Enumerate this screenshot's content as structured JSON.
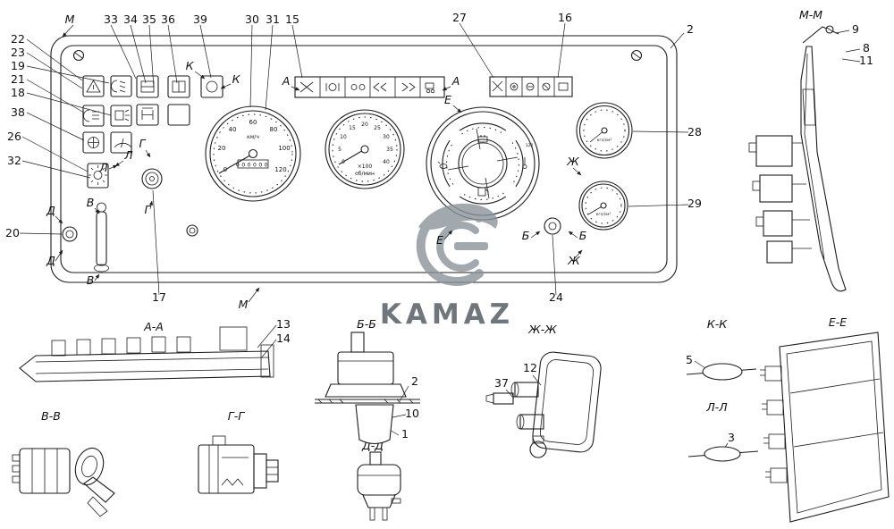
{
  "watermark": {
    "brand": "KAMAZ"
  },
  "callouts": {
    "n1": "1",
    "n2": "2",
    "n3": "3",
    "n5": "5",
    "n8": "8",
    "n9": "9",
    "n10": "10",
    "n11": "11",
    "n12": "12",
    "n13": "13",
    "n14": "14",
    "n15": "15",
    "n16": "16",
    "n17": "17",
    "n18": "18",
    "n19": "19",
    "n20": "20",
    "n21": "21",
    "n22": "22",
    "n23": "23",
    "n24": "24",
    "n26": "26",
    "n27": "27",
    "n28": "28",
    "n29": "29",
    "n30": "30",
    "n31": "31",
    "n32": "32",
    "n33": "33",
    "n34": "34",
    "n35": "35",
    "n36": "36",
    "n37": "37",
    "n38": "38",
    "n39": "39"
  },
  "sections": {
    "a": "А",
    "b": "Б",
    "v": "В",
    "g": "Г",
    "d": "Д",
    "e": "Е",
    "zh": "Ж",
    "k": "К",
    "l": "Л",
    "m": "М",
    "aa": "А-А",
    "bb": "Б-Б",
    "vv": "В-В",
    "gg": "Г-Г",
    "dd": "Д-Д",
    "ee": "Е-Е",
    "zhzh": "Ж-Ж",
    "kk": "К-К",
    "ll": "Л-Л",
    "mm": "М-М"
  },
  "gauges": {
    "speedometer": {
      "unit": "км/ч",
      "odometer": "000000",
      "ticks": [
        "0",
        "20",
        "40",
        "60",
        "80",
        "100",
        "120"
      ]
    },
    "tachometer": {
      "scale": "×100",
      "unit": "об/мин",
      "ticks": [
        "0",
        "5",
        "10",
        "15",
        "20",
        "25",
        "30",
        "35",
        "40"
      ]
    },
    "cluster": {
      "right_max": "120"
    },
    "air_pressure": {
      "unit": "кгс/см²"
    },
    "oil_pressure": {
      "unit": "кгс/см²"
    }
  }
}
